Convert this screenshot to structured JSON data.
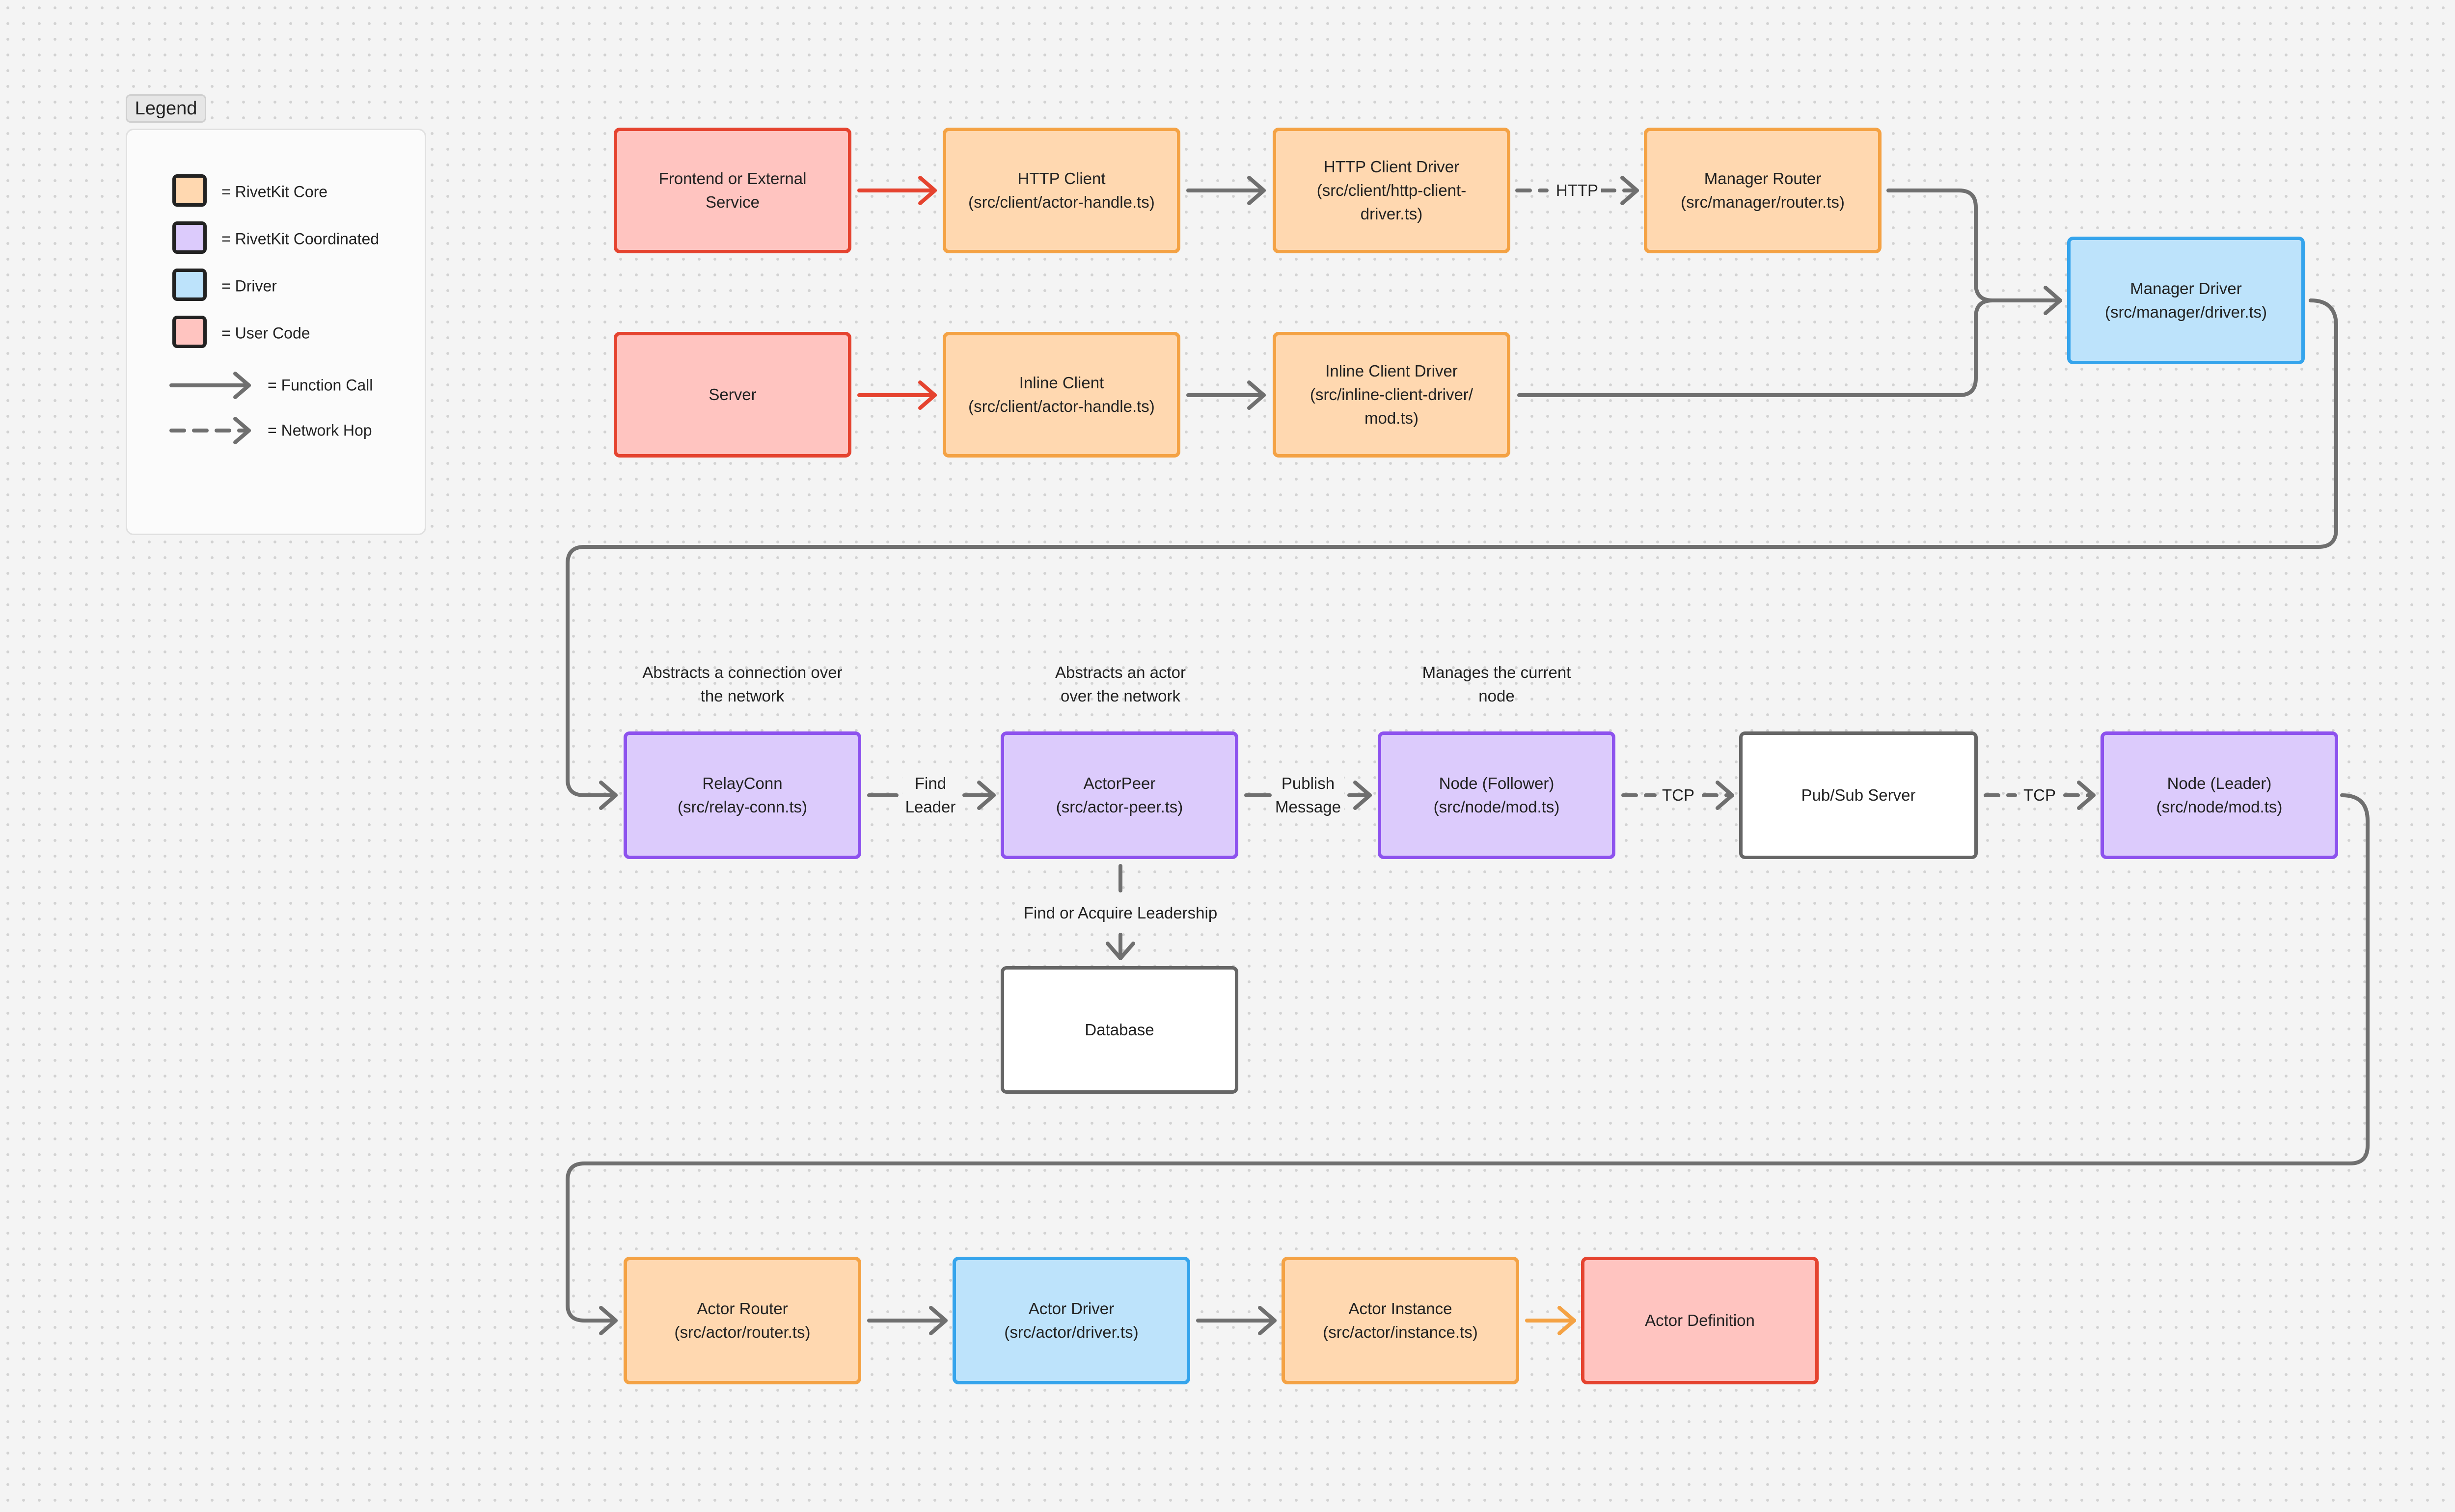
{
  "legend": {
    "title": "Legend",
    "items": [
      {
        "kind": "core",
        "label": "= RivetKit Core"
      },
      {
        "kind": "coord",
        "label": "= RivetKit Coordinated"
      },
      {
        "kind": "driver",
        "label": "= Driver"
      },
      {
        "kind": "user",
        "label": "= User Code"
      }
    ],
    "lines": [
      {
        "kind": "solid",
        "label": "= Function Call"
      },
      {
        "kind": "dashed",
        "label": "= Network Hop"
      }
    ]
  },
  "colors": {
    "core_fill": "#ffd8b0",
    "core_border": "#f4a244",
    "coord_fill": "#dccbfc",
    "coord_border": "#8d52ee",
    "driver_fill": "#bde3fb",
    "driver_border": "#35a4ec",
    "user_fill": "#ffc4c0",
    "user_border": "#e5432f",
    "plain_fill": "#ffffff",
    "plain_border": "#666666",
    "connector": "#6f6f6f",
    "user_arrow": "#e5432f",
    "core_arrow": "#f4a244"
  },
  "nodes": {
    "frontend": {
      "lines": [
        "Frontend or External",
        "Service"
      ],
      "kind": "user"
    },
    "http_client": {
      "lines": [
        "HTTP Client",
        "(src/client/actor-handle.ts)"
      ],
      "kind": "core"
    },
    "http_client_driver": {
      "lines": [
        "HTTP Client Driver",
        "(src/client/http-client-",
        "driver.ts)"
      ],
      "kind": "core"
    },
    "manager_router": {
      "lines": [
        "Manager Router",
        "(src/manager/router.ts)"
      ],
      "kind": "core"
    },
    "server": {
      "lines": [
        "Server"
      ],
      "kind": "user"
    },
    "inline_client": {
      "lines": [
        "Inline Client",
        "(src/client/actor-handle.ts)"
      ],
      "kind": "core"
    },
    "inline_client_driver": {
      "lines": [
        "Inline Client Driver",
        "(src/inline-client-driver/",
        "mod.ts)"
      ],
      "kind": "core"
    },
    "manager_driver": {
      "lines": [
        "Manager Driver",
        "(src/manager/driver.ts)"
      ],
      "kind": "driver"
    },
    "relay_conn": {
      "lines": [
        "RelayConn",
        "(src/relay-conn.ts)"
      ],
      "kind": "coord"
    },
    "actor_peer": {
      "lines": [
        "ActorPeer",
        "(src/actor-peer.ts)"
      ],
      "kind": "coord"
    },
    "node_follower": {
      "lines": [
        "Node (Follower)",
        "(src/node/mod.ts)"
      ],
      "kind": "coord"
    },
    "pubsub": {
      "lines": [
        "Pub/Sub Server"
      ],
      "kind": "plain"
    },
    "node_leader": {
      "lines": [
        "Node (Leader)",
        "(src/node/mod.ts)"
      ],
      "kind": "coord"
    },
    "database": {
      "lines": [
        "Database"
      ],
      "kind": "plain"
    },
    "actor_router": {
      "lines": [
        "Actor Router",
        "(src/actor/router.ts)"
      ],
      "kind": "core"
    },
    "actor_driver": {
      "lines": [
        "Actor Driver",
        "(src/actor/driver.ts)"
      ],
      "kind": "driver"
    },
    "actor_instance": {
      "lines": [
        "Actor Instance",
        "(src/actor/instance.ts)"
      ],
      "kind": "core"
    },
    "actor_definition": {
      "lines": [
        "Actor Definition"
      ],
      "kind": "user"
    }
  },
  "edge_labels": {
    "http": "HTTP",
    "find_leader": [
      "Find",
      "Leader"
    ],
    "publish_message": [
      "Publish",
      "Message"
    ],
    "tcp_1": "TCP",
    "tcp_2": "TCP",
    "find_or_acquire": "Find or Acquire Leadership"
  },
  "notes": {
    "relay_conn": [
      "Abstracts a connection over",
      "the network"
    ],
    "actor_peer": [
      "Abstracts an actor",
      "over the network"
    ],
    "node_follower": [
      "Manages the current",
      "node"
    ]
  }
}
